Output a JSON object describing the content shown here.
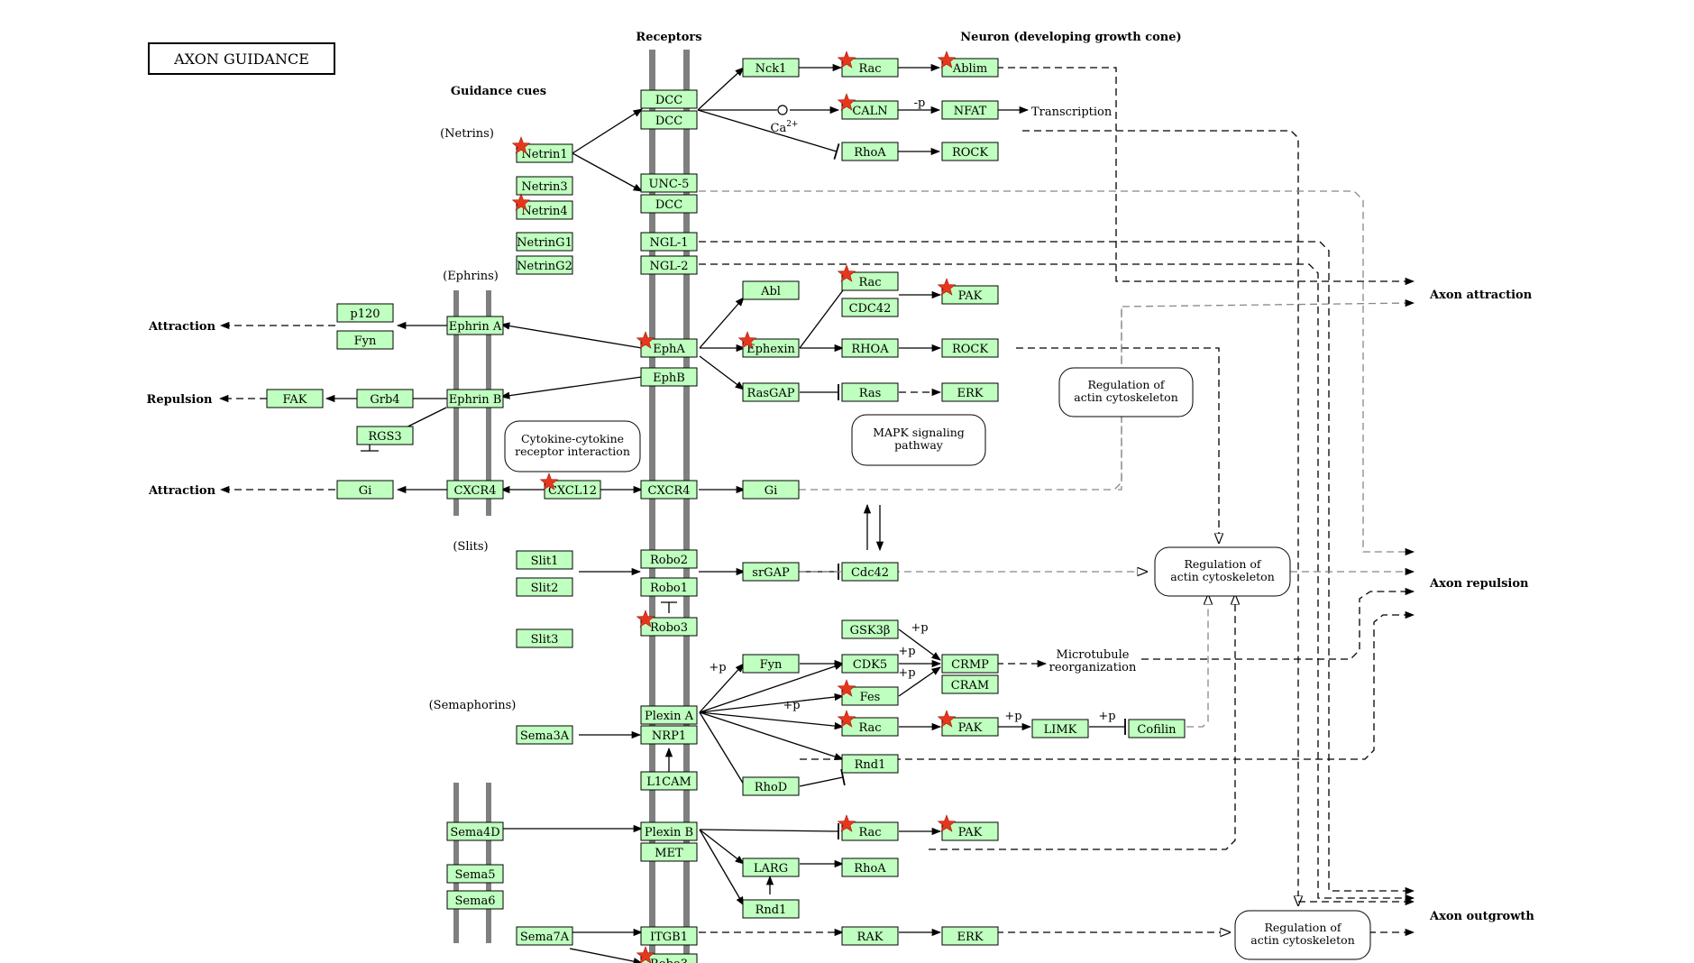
{
  "title": "AXON GUIDANCE",
  "headers": {
    "receptors": "Receptors",
    "neuron": "Neuron (developing growth cone)",
    "guidance_cues": "Guidance cues"
  },
  "groups": {
    "netrins": "(Netrins)",
    "ephrins": "(Ephrins)",
    "slits": "(Slits)",
    "semaphorins": "(Semaphorins)"
  },
  "outcomes": {
    "attraction_left_1": "Attraction",
    "repulsion_left": "Repulsion",
    "attraction_left_2": "Attraction",
    "axon_attraction": "Axon attraction",
    "axon_repulsion": "Axon repulsion",
    "axon_outgrowth": "Axon outgrowth"
  },
  "notes": {
    "transcription": "Transcription",
    "ca": "Ca",
    "ca_sup": "2+",
    "minus_p": "-p",
    "plus_p": "+p",
    "microtubule_1": "Microtubule",
    "microtubule_2": "reorganization"
  },
  "maps": {
    "cytokine": [
      "Cytokine-cytokine",
      "receptor interaction"
    ],
    "mapk": [
      "MAPK signaling",
      "pathway"
    ],
    "actin_1": [
      "Regulation of",
      "actin cytoskeleton"
    ],
    "actin_2": [
      "Regulation of",
      "actin cytoskeleton"
    ],
    "actin_3": [
      "Regulation of",
      "actin cytoskeleton"
    ]
  },
  "genes": {
    "netrin1": "Netrin1",
    "netrin3": "Netrin3",
    "netrin4": "Netrin4",
    "netring1": "NetrinG1",
    "netring2": "NetrinG2",
    "dcc_a": "DCC",
    "dcc_b": "DCC",
    "unc5": "UNC-5",
    "dcc_c": "DCC",
    "ngl1": "NGL-1",
    "ngl2": "NGL-2",
    "nck1": "Nck1",
    "rac_1": "Rac",
    "ablim": "Ablim",
    "caln": "CALN",
    "nfat": "NFAT",
    "rhoa_1": "RhoA",
    "rock_1": "ROCK",
    "p120": "p120",
    "fyn_1": "Fyn",
    "ephrin_a": "Ephrin A",
    "fak": "FAK",
    "grb4": "Grb4",
    "ephrin_b": "Ephrin B",
    "rgs3": "RGS3",
    "gi_left": "Gi",
    "cxcr4_left": "CXCR4",
    "cxcl12": "CXCL12",
    "cxcr4_right": "CXCR4",
    "gi_right": "Gi",
    "epha": "EphA",
    "ephb": "EphB",
    "abl": "Abl",
    "rac_2": "Rac",
    "cdc42_1": "CDC42",
    "pak_1": "PAK",
    "ephexin": "Ephexin",
    "rhoa_2": "RHOA",
    "rock_2": "ROCK",
    "rasgap": "RasGAP",
    "ras": "Ras",
    "erk_1": "ERK",
    "slit1": "Slit1",
    "slit2": "Slit2",
    "slit3": "Slit3",
    "robo2": "Robo2",
    "robo1": "Robo1",
    "robo3": "Robo3",
    "srgap": "srGAP",
    "cdc42_2": "Cdc42",
    "gsk3b": "GSK3β",
    "fyn_2": "Fyn",
    "cdk5": "CDK5",
    "crmp": "CRMP",
    "cram": "CRAM",
    "fes": "Fes",
    "rac_3": "Rac",
    "pak_2": "PAK",
    "limk": "LIMK",
    "cofilin": "Cofilin",
    "rnd1_1": "Rnd1",
    "rhod": "RhoD",
    "sema3a": "Sema3A",
    "plexina": "Plexin A",
    "nrp1": "NRP1",
    "l1cam": "L1CAM",
    "sema4d": "Sema4D",
    "sema5": "Sema5",
    "sema6": "Sema6",
    "plexinb": "Plexin B",
    "met": "MET",
    "rac_4": "Rac",
    "pak_3": "PAK",
    "larg": "LARG",
    "rhoa_3": "RhoA",
    "rnd1_2": "Rnd1",
    "sema7a": "Sema7A",
    "itgb1": "ITGB1",
    "rak": "RAK",
    "erk_2": "ERK"
  }
}
